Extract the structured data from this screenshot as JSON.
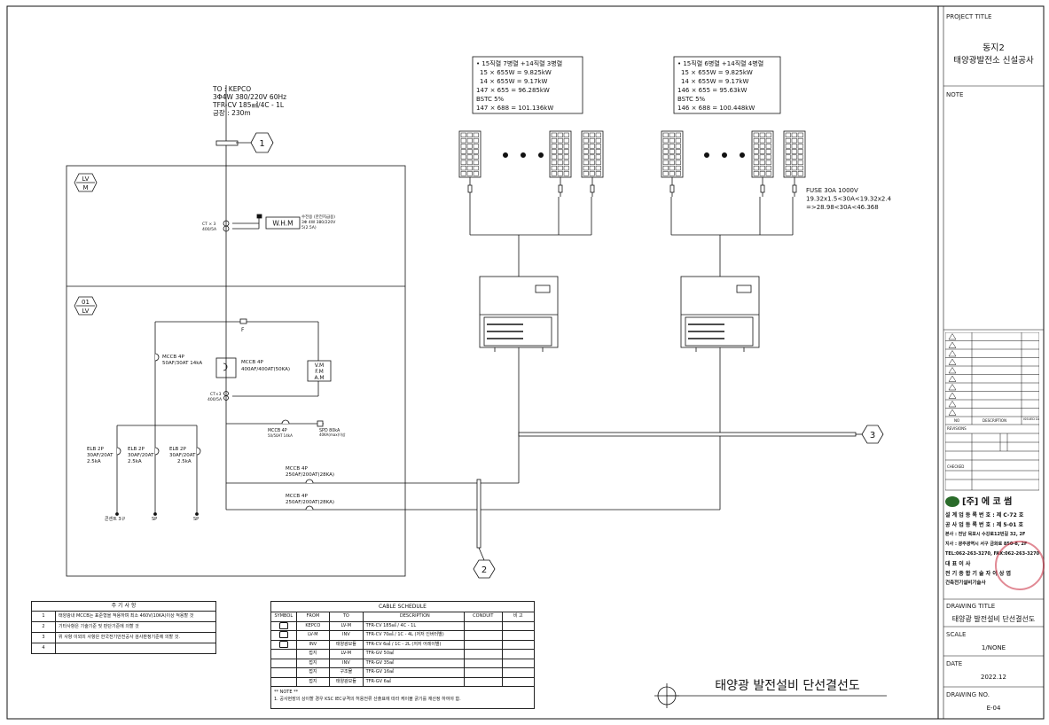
{
  "source": {
    "to": "TO : KEPCO",
    "supply": "3Φ4W 380/220V 60Hz",
    "cable": "TFR-CV 185㎟/4C - 1L",
    "distance": "긍장 : 230m"
  },
  "markers": {
    "m1": "1",
    "m2": "2",
    "m3": "3"
  },
  "panels": {
    "lvm_top": "LV",
    "lvm_bottom": "M",
    "lv_num": "01",
    "lv_name": "LV"
  },
  "meter": {
    "ct_label": "CT × 3",
    "ct_rating": "400/5A",
    "whm": "W.H.M",
    "desc1": "수전용 (한전지급용)",
    "desc2": "3Φ 4W 380/220V",
    "desc3": "5(2.5A)"
  },
  "main_breaker": {
    "label": "MCCB 4P",
    "rating": "400AF/400AT(50KA)",
    "fuse": "F",
    "ct_label": "CT×3",
    "ct_rating": "400/5A",
    "vfa1": "V.M",
    "vfa2": "F.M",
    "vfa3": "A.M"
  },
  "branch_breakers": [
    {
      "label": "MCCB 4P",
      "rating": "50AF/30AT 14kA"
    },
    {
      "label": "ELB 2P",
      "rating": "30AF/20AT",
      "ka": "2.5kA",
      "load": "콘센트 3구"
    },
    {
      "label": "ELB 2P",
      "rating": "30AF/20AT",
      "ka": "2.5kA",
      "load": "SP"
    },
    {
      "label": "ELB 2P",
      "rating": "30AF/20AT",
      "ka": "2.5kA",
      "load": "SP"
    }
  ],
  "spd": {
    "mccb": "MCCB 4P",
    "mccb_rating": "50/50AT 14kA",
    "label": "SPD 80kA",
    "sub": "40KA(max)이상"
  },
  "feeder_breakers": [
    {
      "label": "MCCB 4P",
      "rating": "250AF/200AT(28KA)"
    },
    {
      "label": "MCCB 4P",
      "rating": "250AF/200AT(28KA)"
    }
  ],
  "pv_info_left": [
    "• 15직렬 7병렬 +14직렬 3병렬",
    "15 × 655W = 9.825kW",
    "14 × 655W = 9.17kW",
    "147 × 655 = 96.285kW",
    "BSTC 5%",
    "147 × 688 = 101.136kW"
  ],
  "pv_info_right": [
    "• 15직렬 6병렬 +14직렬 4병렬",
    "15 × 655W = 9.825kW",
    "14 × 655W = 9.17kW",
    "146 × 655 = 95.63kW",
    "BSTC 5%",
    "146 × 688 = 100.448kW"
  ],
  "fuse_info": [
    "FUSE 30A 1000V",
    "19.32x1.5<30A<19.32x2.4",
    "=>28.98<30A<46.368"
  ],
  "notes": {
    "title": "주 기 사 항",
    "rows": [
      {
        "n": "1",
        "t": "태양광내 MCCB는 표준형을 적용하며 최소 460V(10KA)이상 적용할 것"
      },
      {
        "n": "2",
        "t": "기타사항은 기술기준 및 판단기준에 의할 것"
      },
      {
        "n": "3",
        "t": "위 사항 이외의 사항은 한국전기안전공사 검사판정기준에 의할 것."
      },
      {
        "n": "4",
        "t": ""
      }
    ]
  },
  "cable_schedule": {
    "title": "CABLE SCHEDULE",
    "headers": [
      "SYMBOL",
      "FROM",
      "TO",
      "DESCRIPTION",
      "CONDUIT",
      "비 고"
    ],
    "rows": [
      {
        "sym": "1",
        "from": "KEPCO",
        "to": "LV-M",
        "desc": "TFR-CV 185㎟ / 4C - 1L"
      },
      {
        "sym": "2",
        "from": "LV-M",
        "to": "INV",
        "desc": "TFR-CV 70㎟ / 1C - 4L (저저 인버터별)"
      },
      {
        "sym": "3",
        "from": "INV",
        "to": "태양광모듈",
        "desc": "TFR-CV 6㎟ / 1C - 2L (저저 어레이별)"
      },
      {
        "sym": "",
        "from": "접지",
        "to": "LV-M",
        "desc": "TFR-GV 50㎟"
      },
      {
        "sym": "",
        "from": "접지",
        "to": "INV",
        "desc": "TFR-GV 35㎟"
      },
      {
        "sym": "",
        "from": "접지",
        "to": "구조물",
        "desc": "TFR-GV 16㎟"
      },
      {
        "sym": "",
        "from": "접지",
        "to": "태양광모듈",
        "desc": "TFR-GV 6㎟"
      }
    ],
    "note_title": "** NOTE **",
    "note": "1. 공사현장의 상이할 경우 KSC IEC규격의 허용전류 산출표에 따라 케이블 굵기를 재산정 하여야 함."
  },
  "drawing_title": "태양광 발전설비 단선결선도",
  "title_block": {
    "project_title_label": "PROJECT TITLE",
    "project_line1": "동지2",
    "project_line2": "태양광발전소 신설공사",
    "note_label": "NOTE",
    "rev_no": "NO",
    "rev_desc": "DESCRIPTION",
    "rev_issued": "ISSUED DATE",
    "revisions": "REVISIONS",
    "checked": "CHECKED",
    "company_name": "[주] 에 코 썸",
    "company_lines": [
      "설 계 업 등 록 번 호 : 제 C-72 호",
      "공 사 업 등 록 번 호 : 제 5-01 호",
      "본사 : 전남 목포시 수강로12번길 32, 2F",
      "지사 : 광주광역시 서구 금화로 850-8, 2F",
      "TEL:062-263-3270, FAX:062-263-3270",
      "대 표 이 사",
      "전 기 종 합 기 술 자  이 상 엽",
      "건축전기설비기술사"
    ],
    "drawing_title_label": "DRAWING TITLE",
    "drawing_title": "태양광 발전설비 단선결선도",
    "scale_label": "SCALE",
    "scale": "1/NONE",
    "date_label": "DATE",
    "date": "2022.12",
    "drawing_no_label": "DRAWING NO.",
    "drawing_no": "E-04"
  }
}
